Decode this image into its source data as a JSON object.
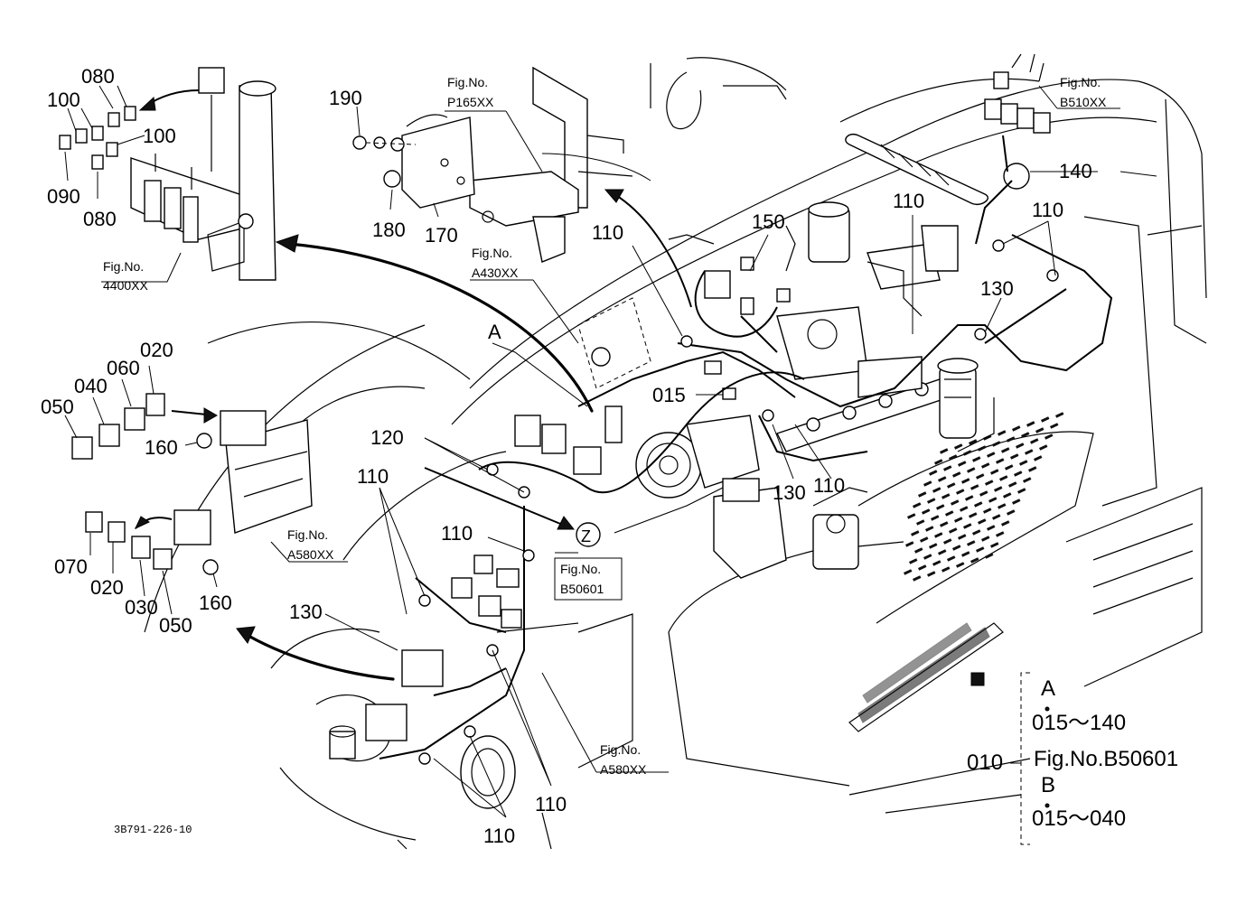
{
  "doc_id": "3B791-226-10",
  "callouts": {
    "c080a": "080",
    "c100a": "100",
    "c100b": "100",
    "c090": "090",
    "c080b": "080",
    "c190": "190",
    "c180": "180",
    "c170": "170",
    "c110_top": "110",
    "c015": "015",
    "c150": "150",
    "c110_tr": "110",
    "c140": "140",
    "c110_r": "110",
    "c130_r": "130",
    "c130_mid": "130",
    "c110_mid": "110",
    "c020a": "020",
    "c060": "060",
    "c040": "040",
    "c050a": "050",
    "c160a": "160",
    "c120": "120",
    "c110_l": "110",
    "c110_c": "110",
    "c070": "070",
    "c020b": "020",
    "c030": "030",
    "c050b": "050",
    "c160b": "160",
    "c130_l": "130",
    "c110_b1": "110",
    "c110_b2": "110",
    "zone_a": "A",
    "zone_z": "Z"
  },
  "figure_refs": [
    {
      "label": "Fig.No.",
      "code": "4400XX"
    },
    {
      "label": "Fig.No.",
      "code": "P165XX"
    },
    {
      "label": "Fig.No.",
      "code": "A430XX"
    },
    {
      "label": "Fig.No.",
      "code": "B510XX"
    },
    {
      "label": "Fig.No.",
      "code": "A580XX"
    },
    {
      "label": "Fig.No.",
      "code": "B50601"
    },
    {
      "label": "Fig.No.",
      "code": "A580XX"
    }
  ],
  "legend": {
    "item": "010",
    "group_a": "A",
    "range_a": "015～140",
    "fig_ref": "Fig.No.B50601",
    "group_b": "B",
    "range_b": "015～040"
  }
}
